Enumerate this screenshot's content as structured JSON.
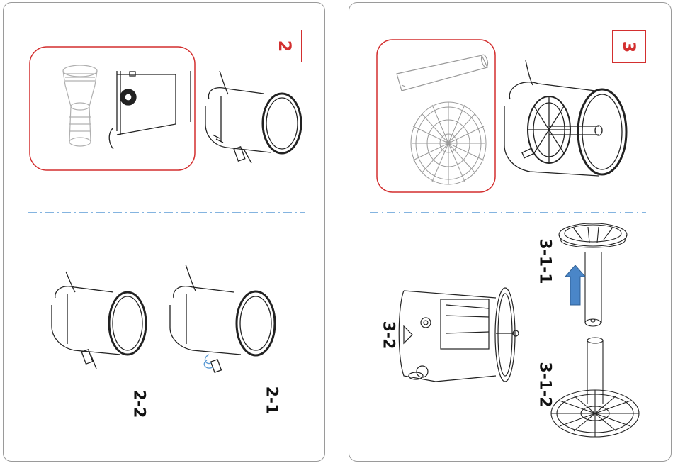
{
  "left_panel": {
    "step_number": "2",
    "sub_steps": [
      "2-1",
      "2-2"
    ]
  },
  "right_panel": {
    "step_number": "3",
    "sub_steps": [
      "3-1-1",
      "3-1-2",
      "3-2"
    ]
  },
  "colors": {
    "step_red": "#d32f2f",
    "divider_blue": "#5b9bd5",
    "arrow_blue": "#4a86c8",
    "panel_border": "#9a9a9a",
    "line_art": "#222222"
  }
}
